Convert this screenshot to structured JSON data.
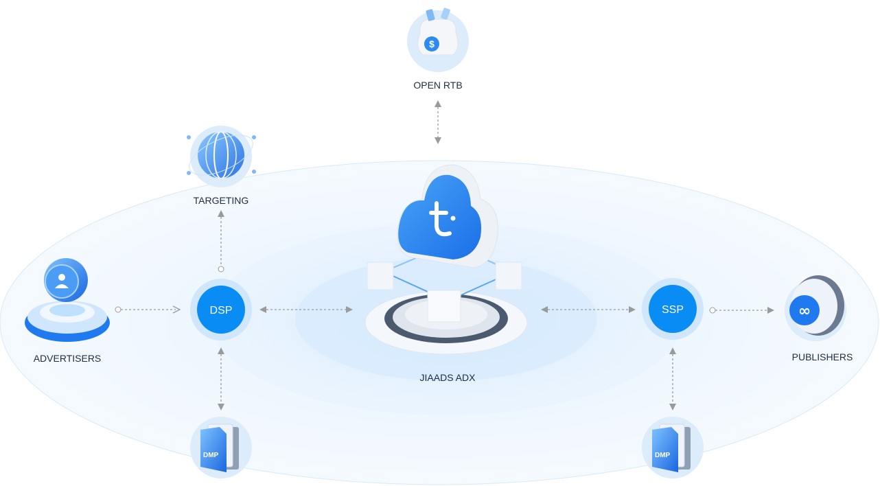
{
  "nodes": {
    "open_rtb": "OPEN RTB",
    "targeting": "TARGETING",
    "advertisers": "ADVERTISERS",
    "dsp": "DSP",
    "adx": "JIAADS  ADX",
    "ssp": "SSP",
    "publishers": "PUBLISHERS",
    "dmp_left": "DMP",
    "dmp_right": "DMP"
  },
  "colors": {
    "accent": "#0a8cf5",
    "halo": "#cfe6fb",
    "arrow": "#9a9a9a"
  }
}
